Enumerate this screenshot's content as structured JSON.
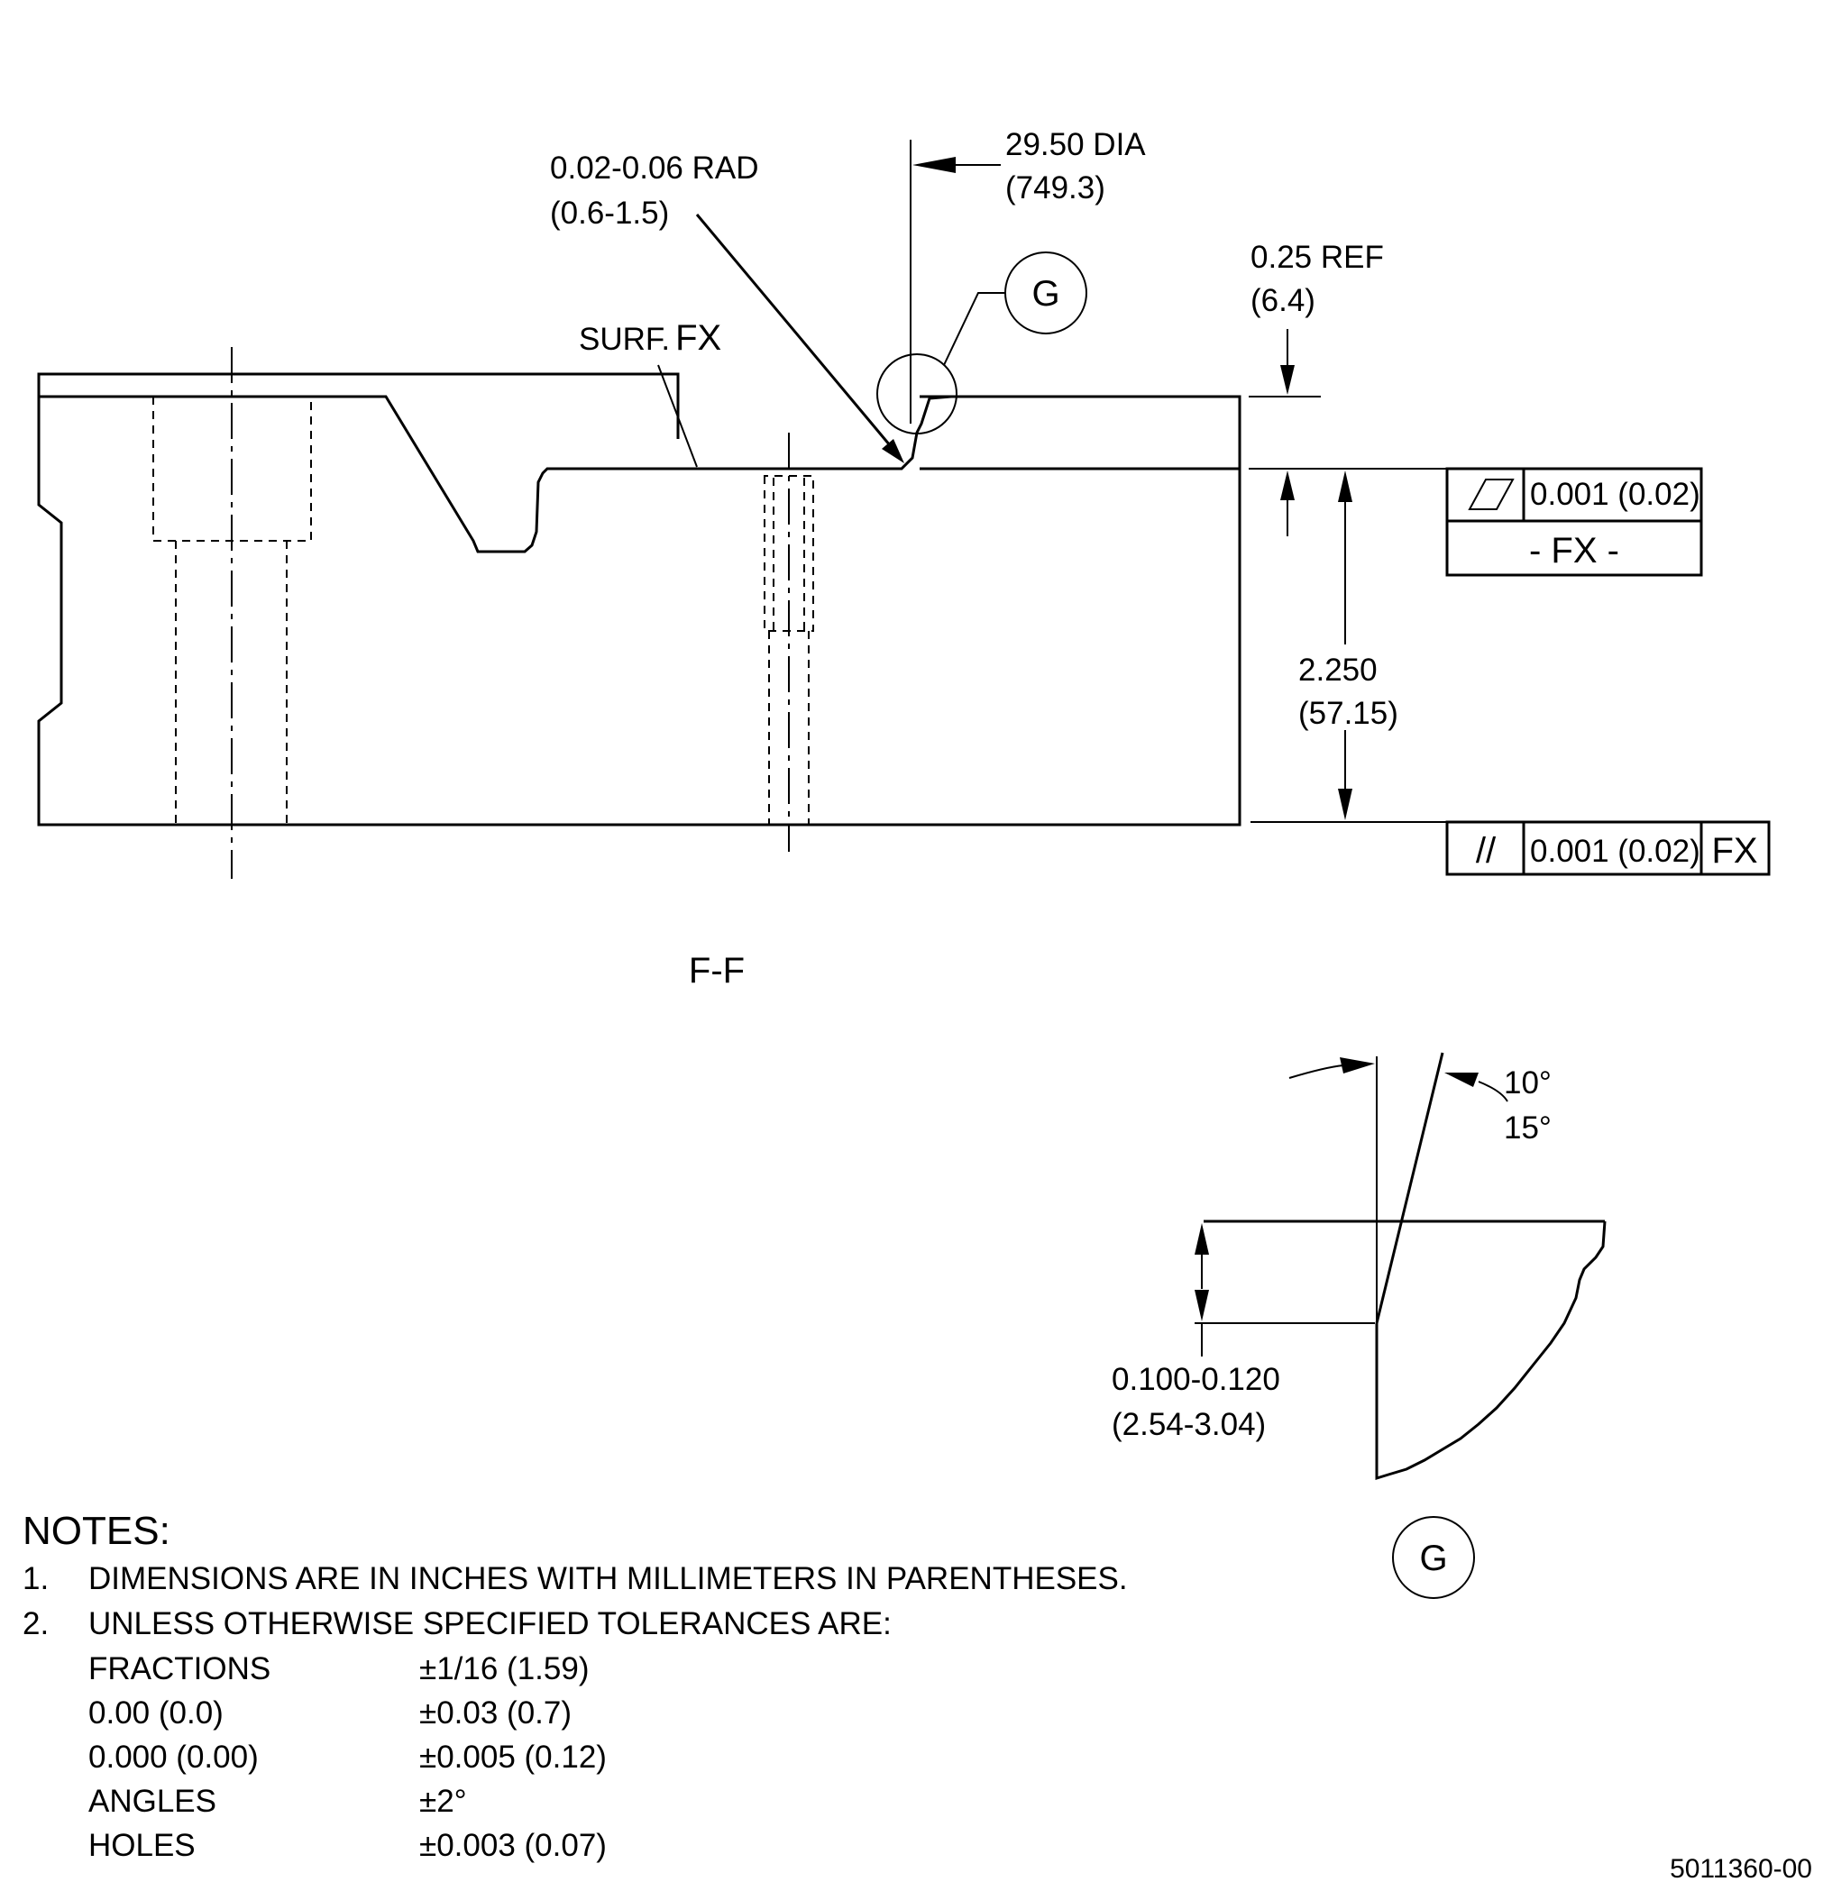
{
  "dimensions": {
    "dia": "29.50 DIA",
    "dia_mm": "(749.3)",
    "rad": "0.02-0.06 RAD",
    "rad_mm": "(0.6-1.5)",
    "ref": "0.25 REF",
    "ref_mm": "(6.4)",
    "height": "2.250",
    "height_mm": "(57.15)",
    "chamfer": "0.100-0.120",
    "chamfer_mm": "(2.54-3.04)",
    "angle_min": "10°",
    "angle_max": "15°"
  },
  "surface_label_prefix": "SURF.",
  "surface_label_name": "FX",
  "detail_callout": "G",
  "detail_label": "G",
  "section_label": "F-F",
  "gdt": {
    "flatness_value": "0.001 (0.02)",
    "datum_label": "- FX -",
    "parallel_symbol": "//",
    "parallel_value": "0.001 (0.02)",
    "parallel_datum": "FX"
  },
  "notes": {
    "title": "NOTES:",
    "items": [
      {
        "num": "1.",
        "text": "DIMENSIONS ARE IN INCHES WITH MILLIMETERS IN PARENTHESES."
      },
      {
        "num": "2.",
        "text": "UNLESS OTHERWISE SPECIFIED TOLERANCES ARE:"
      }
    ],
    "tolerances": [
      {
        "label": "FRACTIONS",
        "value": "±1/16 (1.59)"
      },
      {
        "label": "0.00 (0.0)",
        "value": "±0.03 (0.7)"
      },
      {
        "label": "0.000 (0.00)",
        "value": "±0.005 (0.12)"
      },
      {
        "label": "ANGLES",
        "value": "±2°"
      },
      {
        "label": "HOLES",
        "value": "±0.003 (0.07)"
      }
    ]
  },
  "drawing_number": "5011360-00"
}
